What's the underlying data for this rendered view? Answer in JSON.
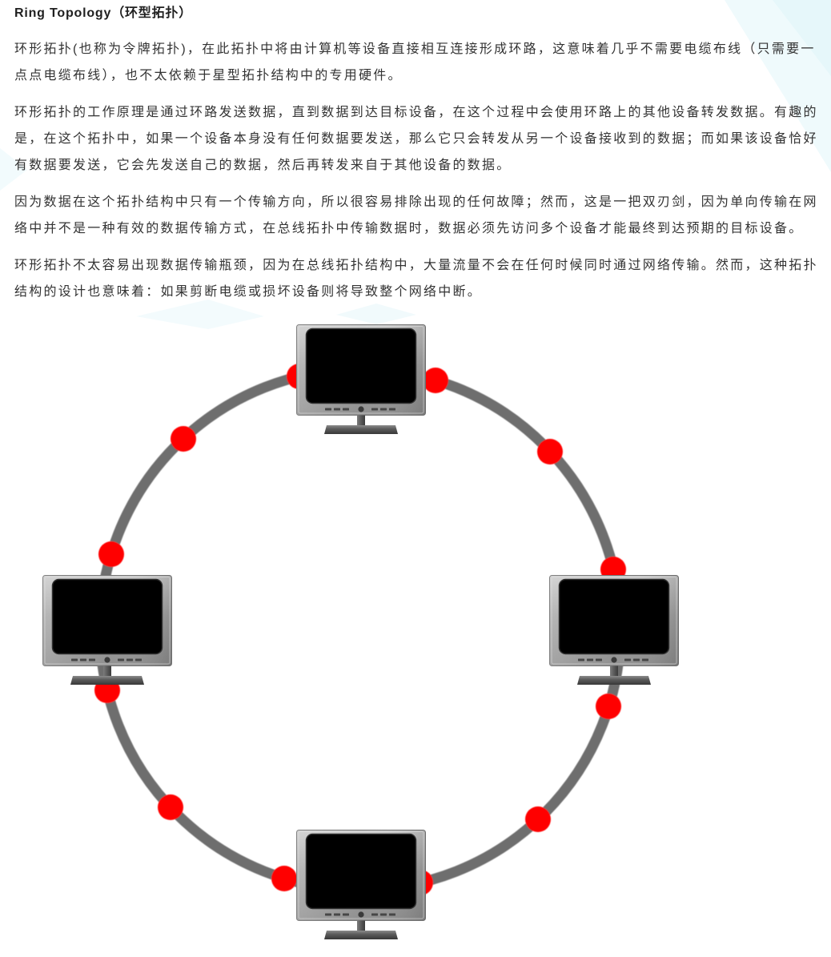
{
  "article": {
    "heading": "Ring Topology（环型拓扑）",
    "paragraphs": [
      "环形拓扑(也称为令牌拓扑)，在此拓扑中将由计算机等设备直接相互连接形成环路，这意味着几乎不需要电缆布线（只需要一点点电缆布线），也不太依赖于星型拓扑结构中的专用硬件。",
      "环形拓扑的工作原理是通过环路发送数据，直到数据到达目标设备，在这个过程中会使用环路上的其他设备转发数据。有趣的是，在这个拓扑中，如果一个设备本身没有任何数据要发送，那么它只会转发从另一个设备接收到的数据；而如果该设备恰好有数据要发送，它会先发送自己的数据，然后再转发来自于其他设备的数据。",
      "因为数据在这个拓扑结构中只有一个传输方向，所以很容易排除出现的任何故障；然而，这是一把双刃剑，因为单向传输在网络中并不是一种有效的数据传输方式，在总线拓扑中传输数据时，数据必须先访问多个设备才能最终到达预期的目标设备。",
      "环形拓扑不太容易出现数据传输瓶颈，因为在总线拓扑结构中，大量流量不会在任何时候同时通过网络传输。然而，这种拓扑结构的设计也意味着：如果剪断电缆或损坏设备则将导致整个网络中断。"
    ]
  },
  "diagram": {
    "node_icon": "monitor-icon",
    "ring_color": "#6e6e6e",
    "connector_color": "#ff0000"
  }
}
